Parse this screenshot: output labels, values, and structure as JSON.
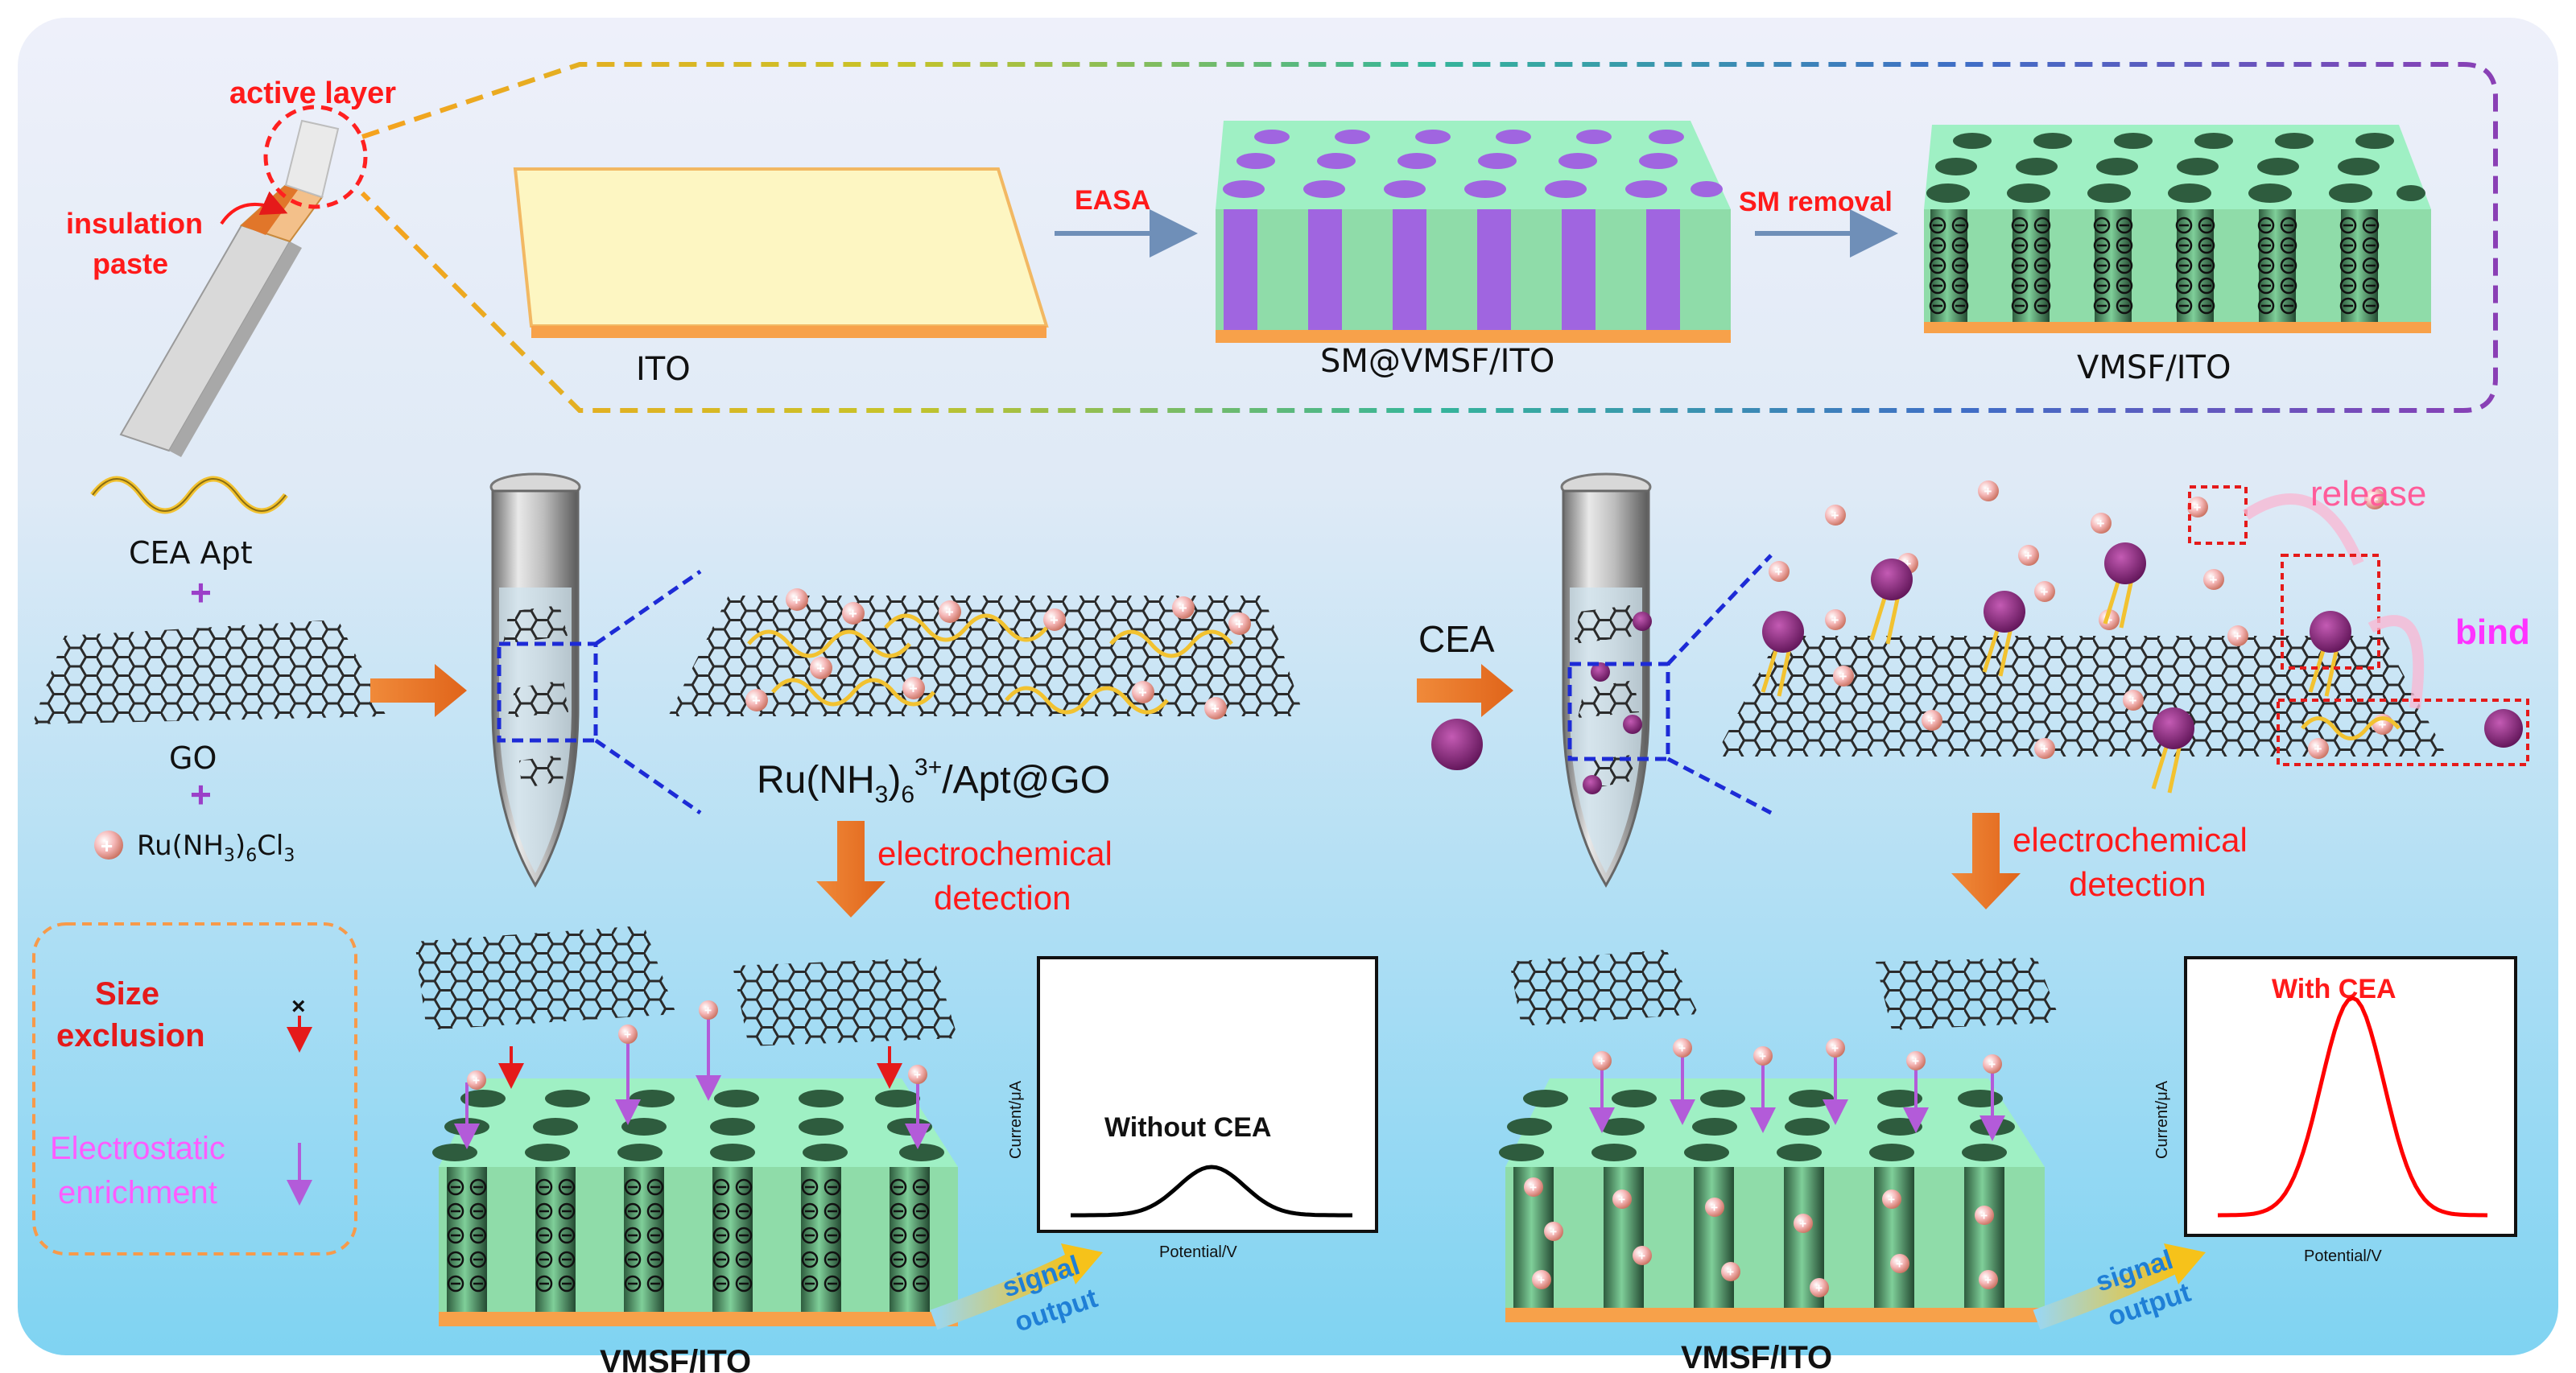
{
  "colors": {
    "red_label": "#ff1a1a",
    "magenta_label": "#ff33ff",
    "arrow_orange": "#ec6b1d",
    "arrow_blue": "#6f8fb8",
    "film_green": "#9ff0c4",
    "film_purple": "#a065e0",
    "ito_yellow": "#fdf6c2",
    "ito_orange": "#f7a14a",
    "graphene": "#2b2b2b",
    "aptamer": "#f2c230",
    "cea_protein": "#8b2a7a",
    "probe_pink": "#f4b5b5",
    "curve_black": "#000000",
    "curve_red": "#ff0000",
    "dashed_blue": "#1d2bd6"
  },
  "top": {
    "active_layer": "active layer",
    "insulation_paste_1": "insulation",
    "insulation_paste_2": "paste",
    "step1_label": "ITO",
    "arrow1_label": "EASA",
    "step2_label": "SM@VMSF/ITO",
    "arrow2_label": "SM removal",
    "step3_label": "VMSF/ITO"
  },
  "left": {
    "apt_label": "CEA Apt",
    "plus1": "+",
    "go_label": "GO",
    "plus2": "+",
    "ru_label_main": "Ru(NH",
    "ru_label_sub3": "3",
    "ru_label_close": ")",
    "ru_label_sub6": "6",
    "ru_label_cl": "Cl",
    "ru_label_sub_cl": "3"
  },
  "middle": {
    "composite_main": "Ru(NH",
    "composite_sub3": "3",
    "composite_close": ")",
    "composite_sub6": "6",
    "composite_sup": "3+",
    "composite_rest": "/Apt@GO",
    "cea_label": "CEA",
    "detect1_line1": "electrochemical",
    "detect1_line2": "detection",
    "release_label": "release",
    "bind_label": "bind",
    "detect2_line1": "electrochemical",
    "detect2_line2": "detection"
  },
  "legend": {
    "size_line1": "Size",
    "size_line2": "exclusion",
    "electro_line1": "Electrostatic",
    "electro_line2": "enrichment"
  },
  "bottom": {
    "left_substrate": "VMSF/ITO",
    "right_substrate": "VMSF/ITO",
    "signal_left_1": "signal",
    "signal_left_2": "output",
    "signal_right_1": "signal",
    "signal_right_2": "output"
  },
  "plot_left": {
    "title": "Without CEA",
    "ylabel": "Current/μA",
    "xlabel": "Potential/V"
  },
  "plot_right": {
    "title": "With CEA",
    "ylabel": "Current/μA",
    "xlabel": "Potential/V"
  }
}
